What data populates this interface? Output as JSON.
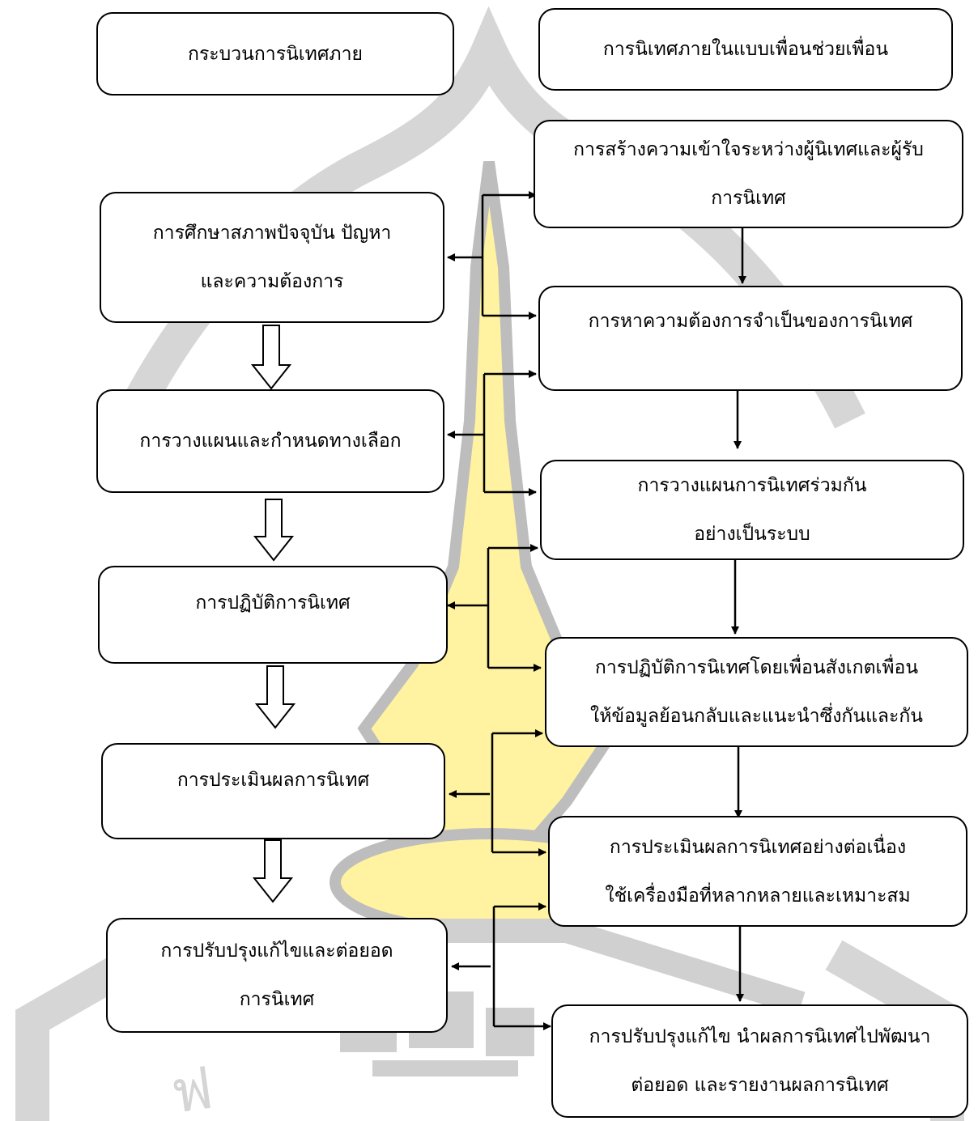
{
  "left_column": {
    "header": "กระบวนการนิเทศภาย",
    "steps": [
      {
        "lines": [
          "การศึกษาสภาพปัจจุบัน ปัญหา",
          "และความต้องการ"
        ]
      },
      {
        "lines": [
          "การวางแผนและกำหนดทางเลือก"
        ]
      },
      {
        "lines": [
          "การปฏิบัติการนิเทศ"
        ]
      },
      {
        "lines": [
          "การประเมินผลการนิเทศ"
        ]
      },
      {
        "lines": [
          "การปรับปรุงแก้ไขและต่อยอด",
          "การนิเทศ"
        ]
      }
    ]
  },
  "right_column": {
    "header": "การนิเทศภายในแบบเพื่อนช่วยเพื่อน",
    "steps": [
      {
        "lines": [
          "การสร้างความเข้าใจระหว่างผู้นิเทศและผู้รับ",
          "การนิเทศ"
        ]
      },
      {
        "lines": [
          "การหาความต้องการจำเป็นของการนิเทศ"
        ]
      },
      {
        "lines": [
          "การวางแผนการนิเทศร่วมกัน",
          "อย่างเป็นระบบ"
        ]
      },
      {
        "lines": [
          "การปฏิบัติการนิเทศโดยเพื่อนสังเกตเพื่อน",
          "ให้ข้อมูลย้อนกลับและแนะนำซึ่งกันและกัน"
        ]
      },
      {
        "lines": [
          "การประเมินผลการนิเทศอย่างต่อเนื่อง",
          "ใช้เครื่องมือที่หลากหลายและเหมาะสม"
        ]
      },
      {
        "lines": [
          "การปรับปรุงแก้ไข นำผลการนิเทศไปพัฒนา",
          "ต่อยอด และรายงานผลการนิเทศ"
        ]
      }
    ]
  },
  "colors": {
    "line": "#000000",
    "watermark_gray": "#c8c8c8",
    "watermark_yellow": "#fff3a0"
  }
}
